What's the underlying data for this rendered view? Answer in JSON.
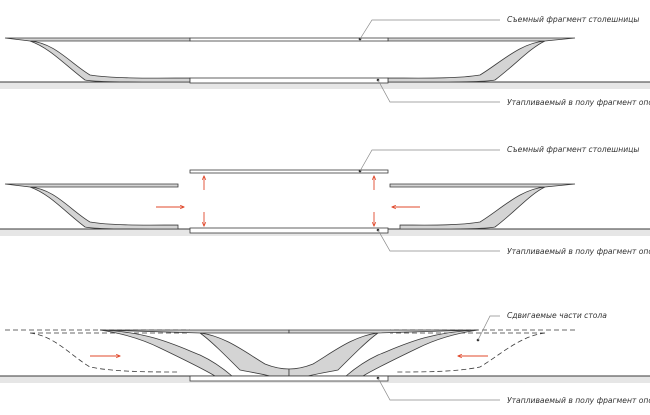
{
  "labels": {
    "p1_top": "Съемный фрагмент столешницы",
    "p1_bottom": "Утапливаемый в полу фрагмент опоры",
    "p2_top": "Съемный фрагмент столешницы",
    "p2_bottom": "Утапливаемый в полу фрагмент опоры",
    "p3_top": "Сдвигаемые части стола",
    "p3_bottom": "Утапливаемый в полу фрагмент опоры"
  },
  "colors": {
    "line": "#3a3a3a",
    "leader": "#8a8a8a",
    "fill": "#d4d4d4",
    "floor_hatch": "#e6e6e6",
    "arrow": "#e0482b"
  }
}
